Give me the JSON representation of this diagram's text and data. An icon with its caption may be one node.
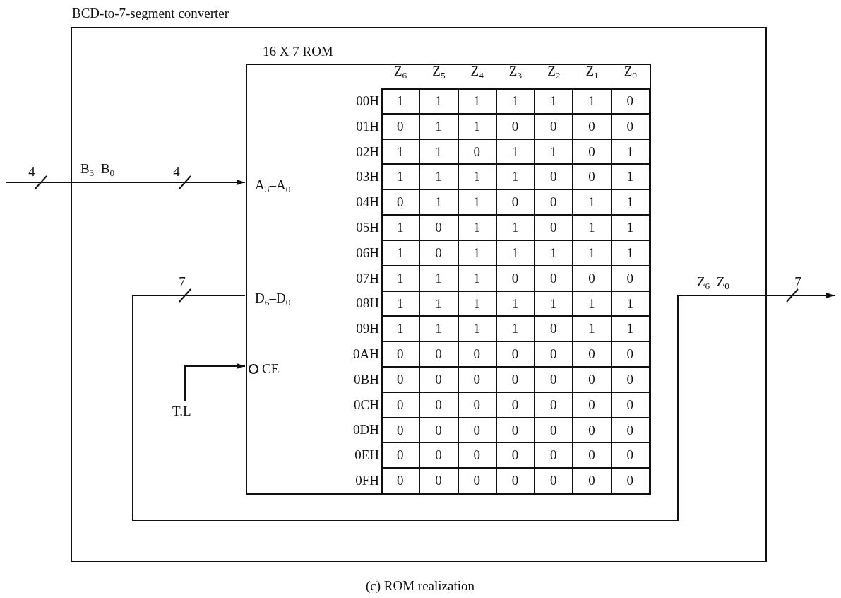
{
  "diagram": {
    "caption": "(c) ROM realization",
    "nodes": [
      {
        "text": [
          "BCD-to-7-segment converter"
        ]
      },
      {
        "text": [
          "16 X 7 ROM"
        ],
        "in": 0
      },
      {
        "text": [
          "A$_{3}$–A$_{0}$"
        ],
        "in": 1
      },
      {
        "text": [
          "D$_{6}$–D$_{0}$"
        ],
        "in": 1
      },
      {
        "text": [
          "CE"
        ],
        "in": 1
      },
      {
        "text": [
          "T.L"
        ],
        "in": 0
      }
    ],
    "edges": [
      {
        "from": null,
        "to": 2,
        "arrow": "to",
        "label": "B$_{3}$–B$_{0}$"
      },
      {
        "from": 3,
        "to": null,
        "arrow": "to",
        "label": "Z$_{6}$–Z$_{0}$"
      },
      {
        "from": 5,
        "to": 4,
        "arrow": "to"
      }
    ],
    "labels": [
      "4",
      "4",
      "7",
      "7",
      "Z$_{6}$",
      "Z$_{5}$",
      "Z$_{4}$",
      "Z$_{3}$",
      "Z$_{2}$",
      "Z$_{1}$",
      "Z$_{0}$",
      "00H",
      "1",
      "1",
      "1",
      "1",
      "1",
      "1",
      "0",
      "01H",
      "0",
      "1",
      "1",
      "0",
      "0",
      "0",
      "0",
      "02H",
      "1",
      "1",
      "0",
      "1",
      "1",
      "0",
      "1",
      "03H",
      "1",
      "1",
      "1",
      "1",
      "0",
      "0",
      "1",
      "04H",
      "0",
      "1",
      "1",
      "0",
      "0",
      "1",
      "1",
      "05H",
      "1",
      "0",
      "1",
      "1",
      "0",
      "1",
      "1",
      "06H",
      "1",
      "0",
      "1",
      "1",
      "1",
      "1",
      "1",
      "07H",
      "1",
      "1",
      "1",
      "0",
      "0",
      "0",
      "0",
      "08H",
      "1",
      "1",
      "1",
      "1",
      "1",
      "1",
      "1",
      "09H",
      "1",
      "1",
      "1",
      "1",
      "0",
      "1",
      "1",
      "0AH",
      "0",
      "0",
      "0",
      "0",
      "0",
      "0",
      "0",
      "0BH",
      "0",
      "0",
      "0",
      "0",
      "0",
      "0",
      "0",
      "0CH",
      "0",
      "0",
      "0",
      "0",
      "0",
      "0",
      "0",
      "0DH",
      "0",
      "0",
      "0",
      "0",
      "0",
      "0",
      "0",
      "0EH",
      "0",
      "0",
      "0",
      "0",
      "0",
      "0",
      "0",
      "0FH",
      "0",
      "0",
      "0",
      "0",
      "0",
      "0",
      "0"
    ]
  }
}
